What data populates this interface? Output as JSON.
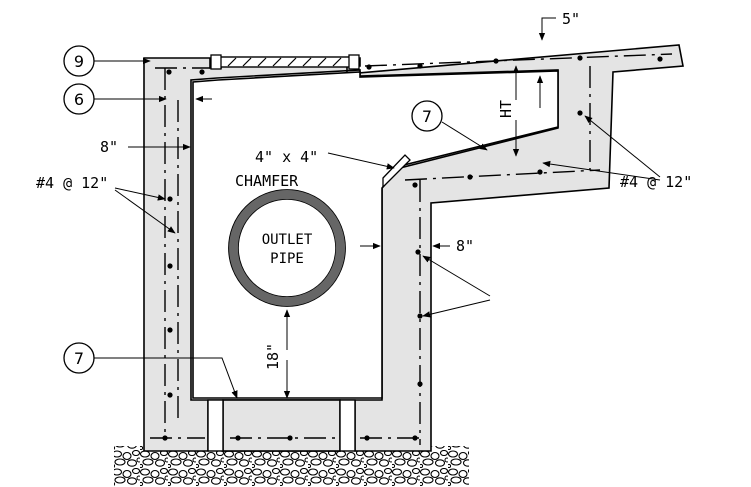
{
  "callouts": {
    "c9": "9",
    "c6": "6",
    "c7_top": "7",
    "c7_bottom": "7"
  },
  "labels": {
    "top_slab_thickness": "5\"",
    "left_wall_thickness": "8\"",
    "right_wall_thickness": "8\"",
    "rebar_left": "#4 @ 12\"",
    "rebar_right": "#4 @ 12\"",
    "chamfer_line1": "4\" x 4\"",
    "chamfer_line2": "CHAMFER",
    "outlet_line1": "OUTLET",
    "outlet_line2": "PIPE",
    "height": "HT",
    "pipe_clearance": "18\""
  },
  "colors": {
    "concrete": "#e4e4e4",
    "line": "#000000",
    "pipe_wall": "#666666"
  }
}
